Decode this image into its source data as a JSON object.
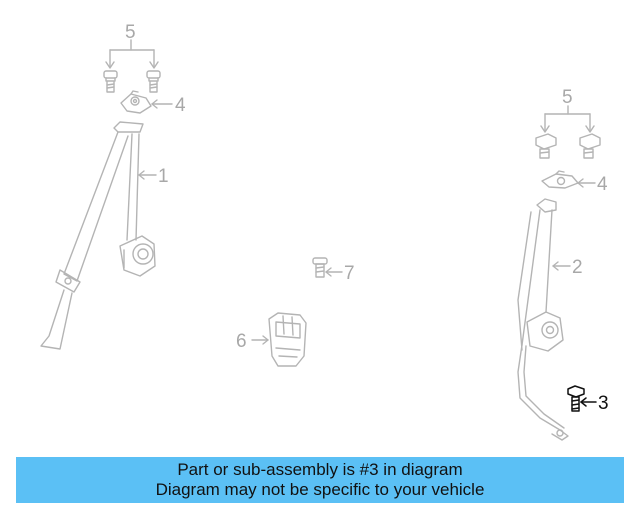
{
  "diagram": {
    "callouts": {
      "left_bolts": "5",
      "left_anchor": "4",
      "left_belt": "1",
      "center_bolt": "7",
      "buckle": "6",
      "right_bolts": "5",
      "right_anchor": "4",
      "right_belt": "2",
      "highlighted_bolt": "3"
    },
    "colors": {
      "line_art": "#b4b4b4",
      "highlight": "#111111",
      "banner": "#5bc0f5"
    }
  },
  "banner": {
    "line1": "Part or sub-assembly is #3 in diagram",
    "line2": "Diagram may not be specific to your vehicle"
  }
}
